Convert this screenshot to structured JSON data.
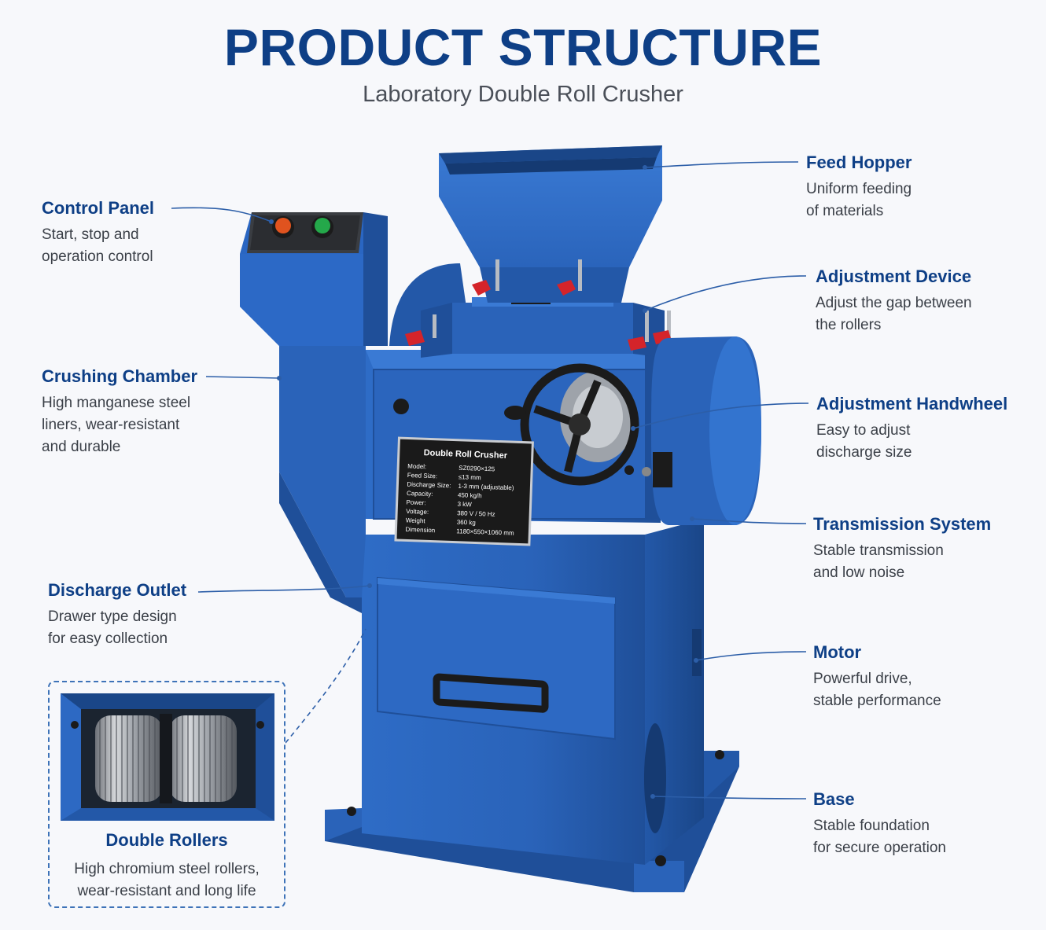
{
  "title": "PRODUCT STRUCTURE",
  "subtitle": "Laboratory Double Roll Crusher",
  "colors": {
    "accent": "#0e3f86",
    "machine_blue": "#2a66c2",
    "leader": "#2c5ea8"
  },
  "callouts_left": [
    {
      "id": "control-panel",
      "name": "Control Panel",
      "desc": [
        "Start, stop and",
        "operation control"
      ]
    },
    {
      "id": "crushing-chamber",
      "name": "Crushing Chamber",
      "desc": [
        "High manganese steel",
        "liners, wear-resistant",
        "and durable"
      ]
    },
    {
      "id": "discharge-outlet",
      "name": "Discharge Outlet",
      "desc": [
        "Drawer type design",
        "for easy collection"
      ]
    }
  ],
  "callouts_right": [
    {
      "id": "feed-hopper",
      "name": "Feed Hopper",
      "desc": [
        "Uniform feeding",
        "of materials"
      ]
    },
    {
      "id": "adjustment-device",
      "name": "Adjustment Device",
      "desc": [
        "Adjust the gap between",
        "the rollers"
      ]
    },
    {
      "id": "adjustment-handwheel",
      "name": "Adjustment Handwheel",
      "desc": [
        "Easy to adjust",
        "discharge size"
      ]
    },
    {
      "id": "transmission-system",
      "name": "Transmission System",
      "desc": [
        "Stable transmission",
        "and low noise"
      ]
    },
    {
      "id": "motor",
      "name": "Motor",
      "desc": [
        "Powerful drive,",
        "stable performance"
      ]
    },
    {
      "id": "base",
      "name": "Base",
      "desc": [
        "Stable foundation",
        "for secure operation"
      ]
    }
  ],
  "inset": {
    "name": "Double Rollers",
    "desc": [
      "High chromium steel rollers,",
      "wear-resistant and long life"
    ]
  },
  "nameplate": {
    "title": "Double Roll Crusher",
    "rows": [
      {
        "label": "Model:",
        "value": "SZ0290×125"
      },
      {
        "label": "Feed Size:",
        "value": "≤13 mm"
      },
      {
        "label": "Discharge Size:",
        "value": "1-3 mm (adjustable)"
      },
      {
        "label": "Capacity:",
        "value": "450 kg/h"
      },
      {
        "label": "Power:",
        "value": "3 kW"
      },
      {
        "label": "Voltage:",
        "value": "380 V / 50 Hz"
      },
      {
        "label": "Weight",
        "value": "360 kg"
      },
      {
        "label": "Dimension",
        "value": "1180×550×1060 mm"
      }
    ]
  }
}
